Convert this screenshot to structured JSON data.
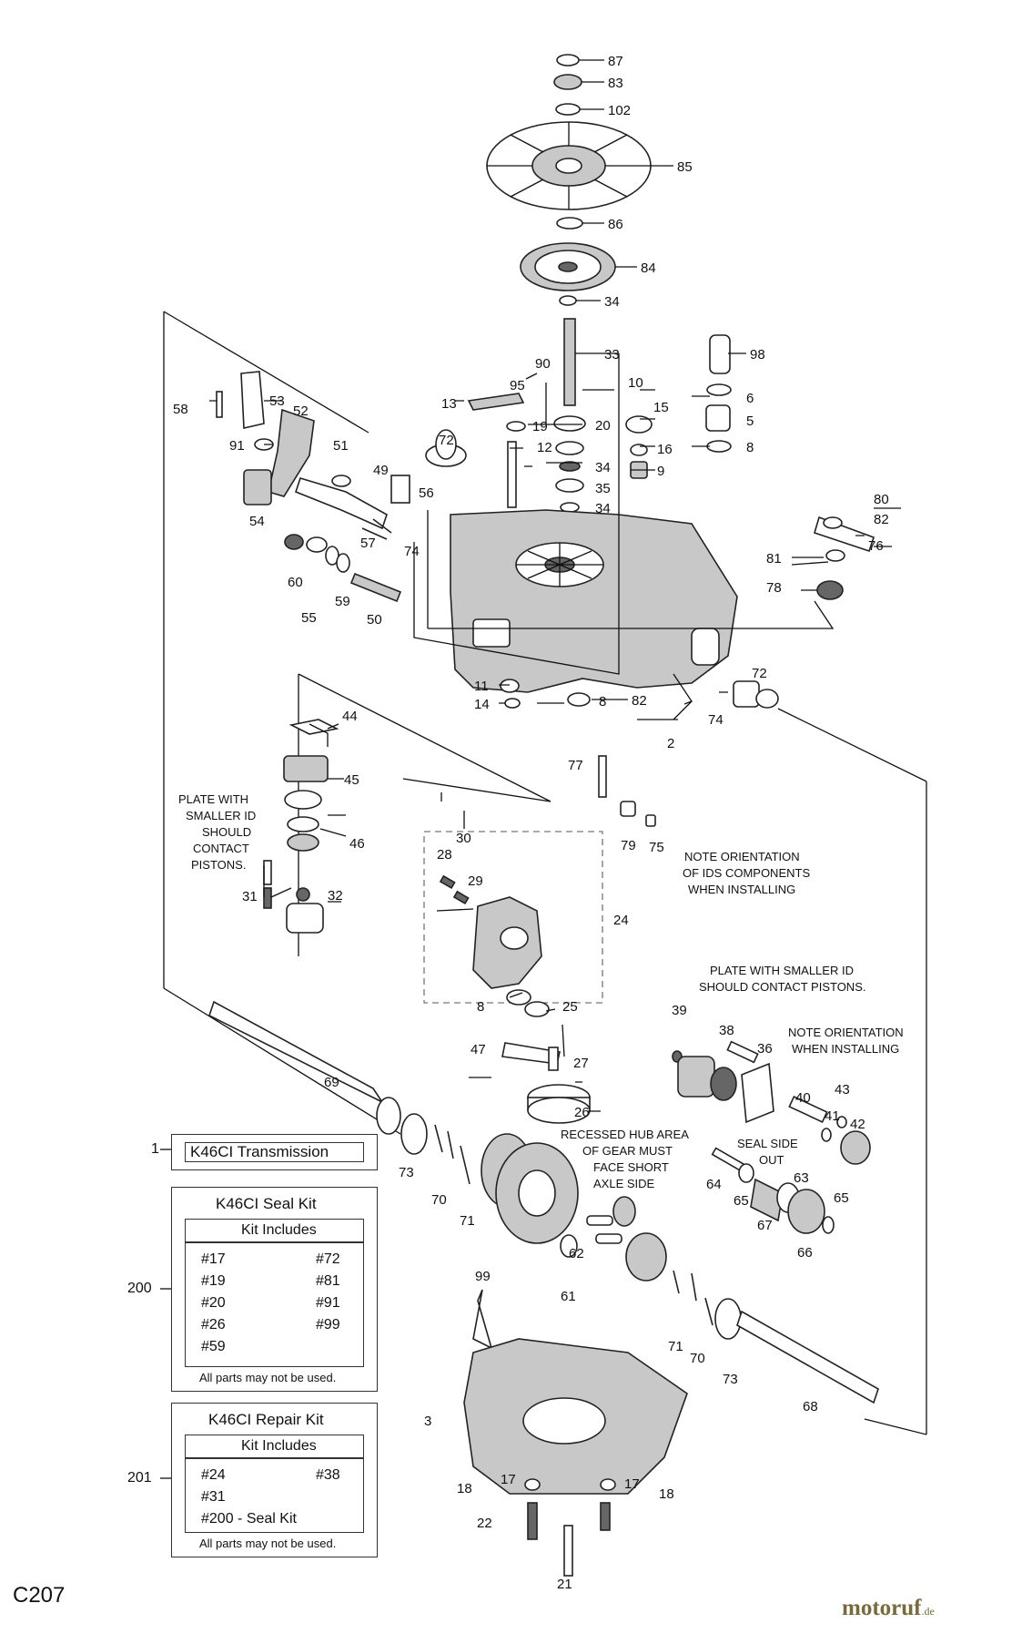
{
  "document_id": "C207",
  "watermark": {
    "name": "motoruf",
    "suffix": ".de"
  },
  "callouts": [
    "87",
    "83",
    "102",
    "85",
    "86",
    "84",
    "34",
    "33",
    "10",
    "98",
    "90",
    "95",
    "13",
    "6",
    "15",
    "5",
    "20",
    "19",
    "12",
    "16",
    "8",
    "9",
    "34",
    "35",
    "34",
    "58",
    "53",
    "52",
    "91",
    "72",
    "51",
    "49",
    "54",
    "56",
    "57",
    "74",
    "80",
    "82",
    "76",
    "81",
    "78",
    "60",
    "55",
    "59",
    "50",
    "11",
    "14",
    "8",
    "82",
    "74",
    "2",
    "72",
    "44",
    "45",
    "46",
    "31",
    "32",
    "77",
    "79",
    "75",
    "30",
    "28",
    "29",
    "24",
    "25",
    "39",
    "38",
    "36",
    "8",
    "47",
    "27",
    "26",
    "69",
    "73",
    "70",
    "71",
    "40",
    "43",
    "41",
    "42",
    "64",
    "65",
    "63",
    "67",
    "66",
    "65",
    "62",
    "61",
    "99",
    "71",
    "70",
    "73",
    "68",
    "3",
    "17",
    "18",
    "17",
    "18",
    "22",
    "21"
  ],
  "notes": {
    "plate_left": [
      "PLATE WITH",
      "SMALLER ID",
      "SHOULD",
      "CONTACT",
      "PISTONS."
    ],
    "ids_orientation": [
      "NOTE ORIENTATION",
      "OF IDS COMPONENTS",
      "WHEN INSTALLING"
    ],
    "plate_right": [
      "PLATE WITH SMALLER ID",
      "SHOULD CONTACT PISTONS."
    ],
    "orientation_right": [
      "NOTE ORIENTATION",
      "WHEN INSTALLING"
    ],
    "recessed": [
      "RECESSED HUB AREA",
      "OF GEAR MUST",
      "FACE SHORT",
      "AXLE SIDE"
    ],
    "seal_side": [
      "SEAL SIDE",
      "OUT"
    ]
  },
  "kits": {
    "transmission": {
      "ref": "1",
      "title": "K46CI Transmission"
    },
    "seal_kit": {
      "ref": "200",
      "title": "K46CI Seal Kit",
      "includes": "Kit Includes",
      "left": [
        "#17",
        "#19",
        "#20",
        "#26",
        "#59"
      ],
      "right": [
        "#72",
        "#81",
        "#91",
        "#99"
      ],
      "footnote": "All parts may not be used."
    },
    "repair_kit": {
      "ref": "201",
      "title": "K46CI Repair Kit",
      "includes": "Kit Includes",
      "left": [
        "#24",
        "#31",
        "#200 - Seal Kit"
      ],
      "right": [
        "#38"
      ],
      "footnote": "All parts may not be used."
    }
  }
}
